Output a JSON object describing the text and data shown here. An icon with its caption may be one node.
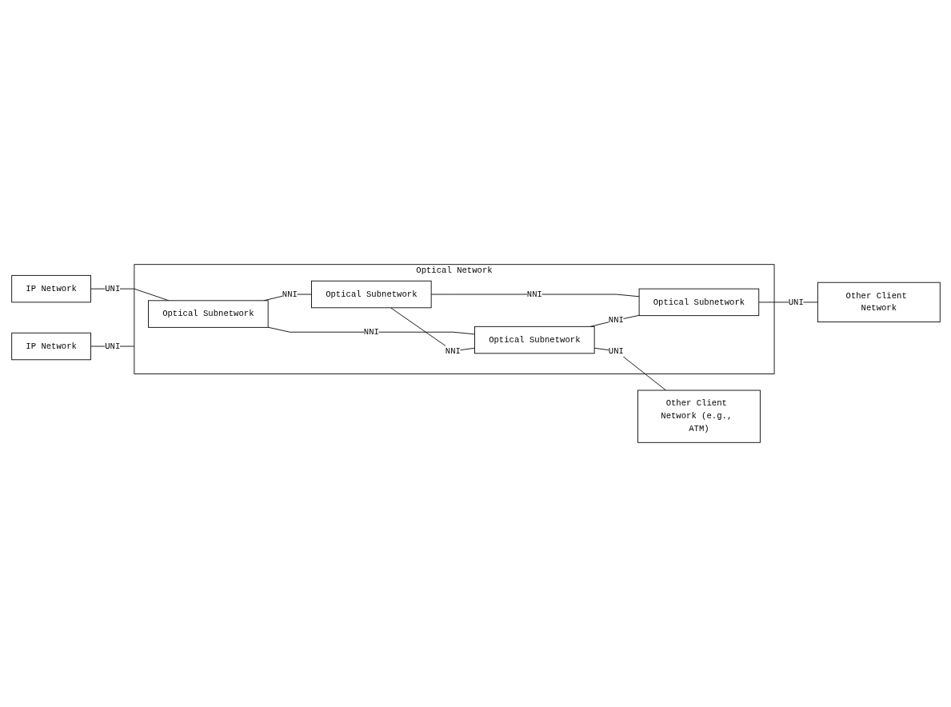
{
  "diagram": {
    "nodes": [
      {
        "text": [
          "Optical Network"
        ]
      },
      {
        "text": [
          "IP Network"
        ]
      },
      {
        "text": [
          "Optical Subnetwork"
        ],
        "in": 0
      },
      {
        "text": [
          "Optical Subnetwork"
        ],
        "in": 0
      },
      {
        "text": [
          "IP Network"
        ]
      },
      {
        "text": [
          "Optical Subnetwork"
        ],
        "in": 0
      },
      {
        "text": [
          "Optical Subnetwork"
        ],
        "in": 0
      },
      {
        "text": [
          "Other Client Network (e.g., ATM)"
        ]
      },
      {
        "text": [
          "Other Client Network"
        ]
      }
    ],
    "edges": [
      {
        "from": 1,
        "to": 2,
        "arrow": "none",
        "label": "UNI"
      },
      {
        "from": 2,
        "to": 3,
        "arrow": "none",
        "label": "NNI"
      },
      {
        "from": 2,
        "to": 5,
        "arrow": "none",
        "label": "NNI"
      },
      {
        "from": 3,
        "to": 5,
        "arrow": "none",
        "label": "NNI"
      },
      {
        "from": 3,
        "to": 6,
        "arrow": "none",
        "label": "NNI"
      },
      {
        "from": 4,
        "to": 0,
        "arrow": "none",
        "label": "UNI"
      },
      {
        "from": 5,
        "to": 6,
        "arrow": "none",
        "label": "NNI"
      },
      {
        "from": 5,
        "to": 7,
        "arrow": "none",
        "label": "UNI"
      },
      {
        "from": 6,
        "to": 8,
        "arrow": "none",
        "label": "UNI"
      }
    ]
  }
}
